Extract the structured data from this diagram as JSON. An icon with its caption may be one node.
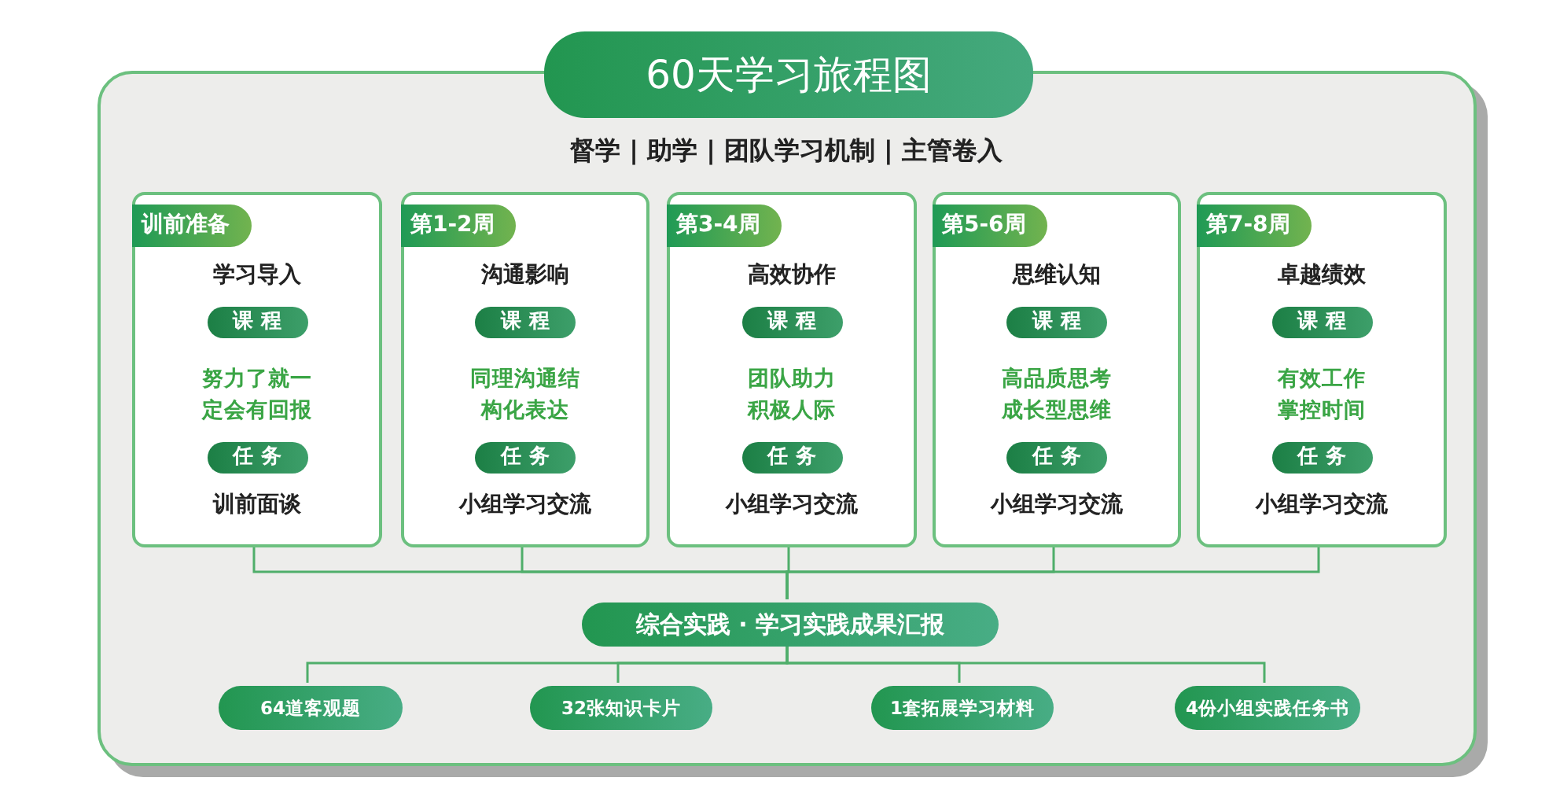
{
  "diagram": {
    "title": "60天学习旅程图",
    "nodes": [
      {
        "text": [],
        "shape": "box"
      },
      {
        "text": [
          "训前准备",
          "学习导入",
          "课 程",
          "努力了就一定会有回报",
          "任 务",
          "训前面谈"
        ],
        "in": 0
      },
      {
        "text": [
          "第1-2周",
          "沟通影响",
          "课 程",
          "同理沟通结构化表达",
          "任 务",
          "小组学习交流"
        ],
        "in": 0
      },
      {
        "text": [
          "第3-4周",
          "高效协作",
          "课 程",
          "团队助力积极人际",
          "任 务",
          "小组学习交流"
        ],
        "in": 0
      },
      {
        "text": [
          "第5-6周",
          "思维认知",
          "课 程",
          "高品质思考成长型思维",
          "任 务",
          "小组学习交流"
        ],
        "in": 0
      },
      {
        "text": [
          "第7-8周",
          "卓越绩效",
          "课 程",
          "有效工作掌控时间",
          "任 务",
          "小组学习交流"
        ],
        "in": 0
      },
      {
        "text": [
          "综合实践 · 学习实践成果汇报"
        ],
        "in": 0
      },
      {
        "text": [
          "64道客观题"
        ],
        "in": 0
      },
      {
        "text": [
          "32张知识卡片"
        ],
        "in": 0
      },
      {
        "text": [
          "1套拓展学习材料"
        ],
        "in": 0
      },
      {
        "text": [
          "4份小组实践任务书"
        ],
        "in": 0
      }
    ],
    "edges": [
      {
        "from": 1,
        "to": 6,
        "arrow": "none"
      },
      {
        "from": 2,
        "to": 6,
        "arrow": "none"
      },
      {
        "from": 3,
        "to": 6,
        "arrow": "none"
      },
      {
        "from": 4,
        "to": 6,
        "arrow": "none"
      },
      {
        "from": 5,
        "to": 6,
        "arrow": "none"
      },
      {
        "from": 6,
        "to": 7,
        "arrow": "none"
      },
      {
        "from": 6,
        "to": 8,
        "arrow": "none"
      },
      {
        "from": 6,
        "to": 9,
        "arrow": "none"
      },
      {
        "from": 6,
        "to": 10,
        "arrow": "none"
      }
    ],
    "labels": [
      "督学 | 助学 | 团队学习机制 | 主管卷入"
    ]
  }
}
